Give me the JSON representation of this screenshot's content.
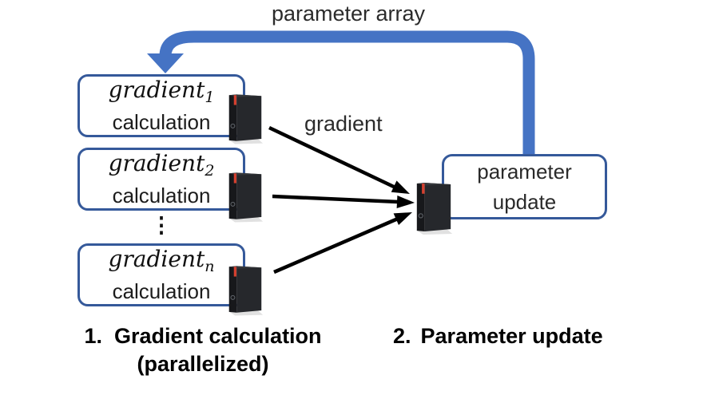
{
  "top_arrow": {
    "label": "parameter array"
  },
  "flow_label": "gradient",
  "gradient_boxes": [
    {
      "math_word": "gradient",
      "subscript": "1",
      "line2": "calculation"
    },
    {
      "math_word": "gradient",
      "subscript": "2",
      "line2": "calculation"
    },
    {
      "math_word": "gradient",
      "subscript": "n",
      "line2": "calculation"
    }
  ],
  "ellipsis_symbol": "⋮",
  "update_box": {
    "line1": "parameter",
    "line2": "update"
  },
  "captions": {
    "step1_number": "1.",
    "step1_text": "Gradient calculation",
    "step1_subtext": "(parallelized)",
    "step2_number": "2.",
    "step2_text": "Parameter update"
  },
  "icons": {
    "worker_icon": "tower-pc-icon",
    "server_icon": "tower-pc-icon"
  },
  "colors": {
    "ribbon_blue": "#4573C4",
    "box_border_blue": "#35599A",
    "arrow_black": "#000000",
    "text_dark": "#1c1c1c",
    "tower_accent_red": "#d6402f"
  }
}
